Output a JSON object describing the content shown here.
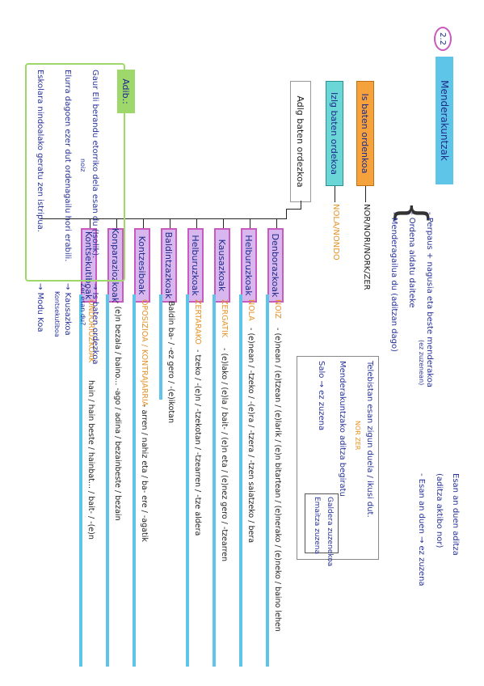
{
  "title": {
    "number": "2.2",
    "text": "Menderakuntzak"
  },
  "brace_items": [
    "- Perpaus + nagusia eta beste menderakoa",
    "- Ordena aldatu daiteke",
    "- Menderagailua du (aditzan dago)"
  ],
  "brace_note_ez": "(ez zuzenean)",
  "branches": [
    {
      "label": "Is baten ordenkoa",
      "answer": "NOR/NORI/NORK/ZER"
    },
    {
      "label": "Izlg baten ordekoa",
      "answer": "NOLA/NONDO"
    },
    {
      "label": "Adlg baten ordezkoa",
      "answer": ""
    }
  ],
  "subtypes": [
    {
      "label": "Denborazkoak",
      "marker": "NOIZ",
      "detail": "- (e)nean / (e)tzean / (e)larik / (e)n bitartean / (e)nerako / (e)neko / baino lehen"
    },
    {
      "label": "Helburuzkoak",
      "marker": "NOLA",
      "detail": "- (e)nean / -tzeko / -(e)ra / -tzera / -tzen saiatzeko / bera"
    },
    {
      "label": "Kausazkoak",
      "marker": "ZERGATIK",
      "detail": "- (e)lako / (e)la / bait- / (e)n eta / (e)nez gero / -tzearren"
    },
    {
      "label": "Helburuzkoak",
      "marker": "ZERTARAKO",
      "detail": "- tzeko / -(e)n / -tzekotan / -tzearren / -tze aldera"
    },
    {
      "label": "Baldintzazkoak",
      "marker": "",
      "detail": "Baldin ba- / -ez gero / -(e)ikotan"
    },
    {
      "label": "Kontzesiboak",
      "marker": "OPOSIZIOA / KONTRAJARRIA",
      "detail": "- arren / nahiz eta / ba- ere / -agatik"
    },
    {
      "label": "Konparaziozkoak",
      "marker": "",
      "detail": "- (e)n bezala / baino... -ago / adina / bezainbeste / bezain"
    },
    {
      "label": "Kontsekutiboak",
      "marker": "ONDORIOZKOAK",
      "detail": "hain / hain beste / hainbat... / bait- / -(e)n"
    }
  ],
  "note_box": {
    "line1": "Telebistan esan zigun duela / ikusi dut.",
    "line1_sub": "NOR ZER",
    "line2": "Menderakuntzako aditza begiratu",
    "line3": "Salo → ez zuzena",
    "box": [
      "Galdera zuzenekoa",
      "Emaitza zuzena"
    ]
  },
  "right_notes": [
    "Esan an duen aditza",
    "(aditza aktibo nor)",
    "- Esan an duen → ez zuzena"
  ],
  "adib": {
    "label": "Adib.:",
    "rows": [
      {
        "text": "Gaur Eli berandu etorriko dela esan du (Isolik).",
        "arrow": "→ Is baten ordezkoa"
      },
      {
        "text": "Elurra dagoen ezer dut ordenagailu hori erabili.",
        "arrow": "→ Kausazkoa"
      },
      {
        "text": "Eskolara nindoalako geratu zen istripua.",
        "arrow": "→ Modu Koa"
      }
    ],
    "side_labels": [
      "Zer esan du?",
      "Kontsekutiboa"
    ],
    "ez_note": "noiz"
  }
}
